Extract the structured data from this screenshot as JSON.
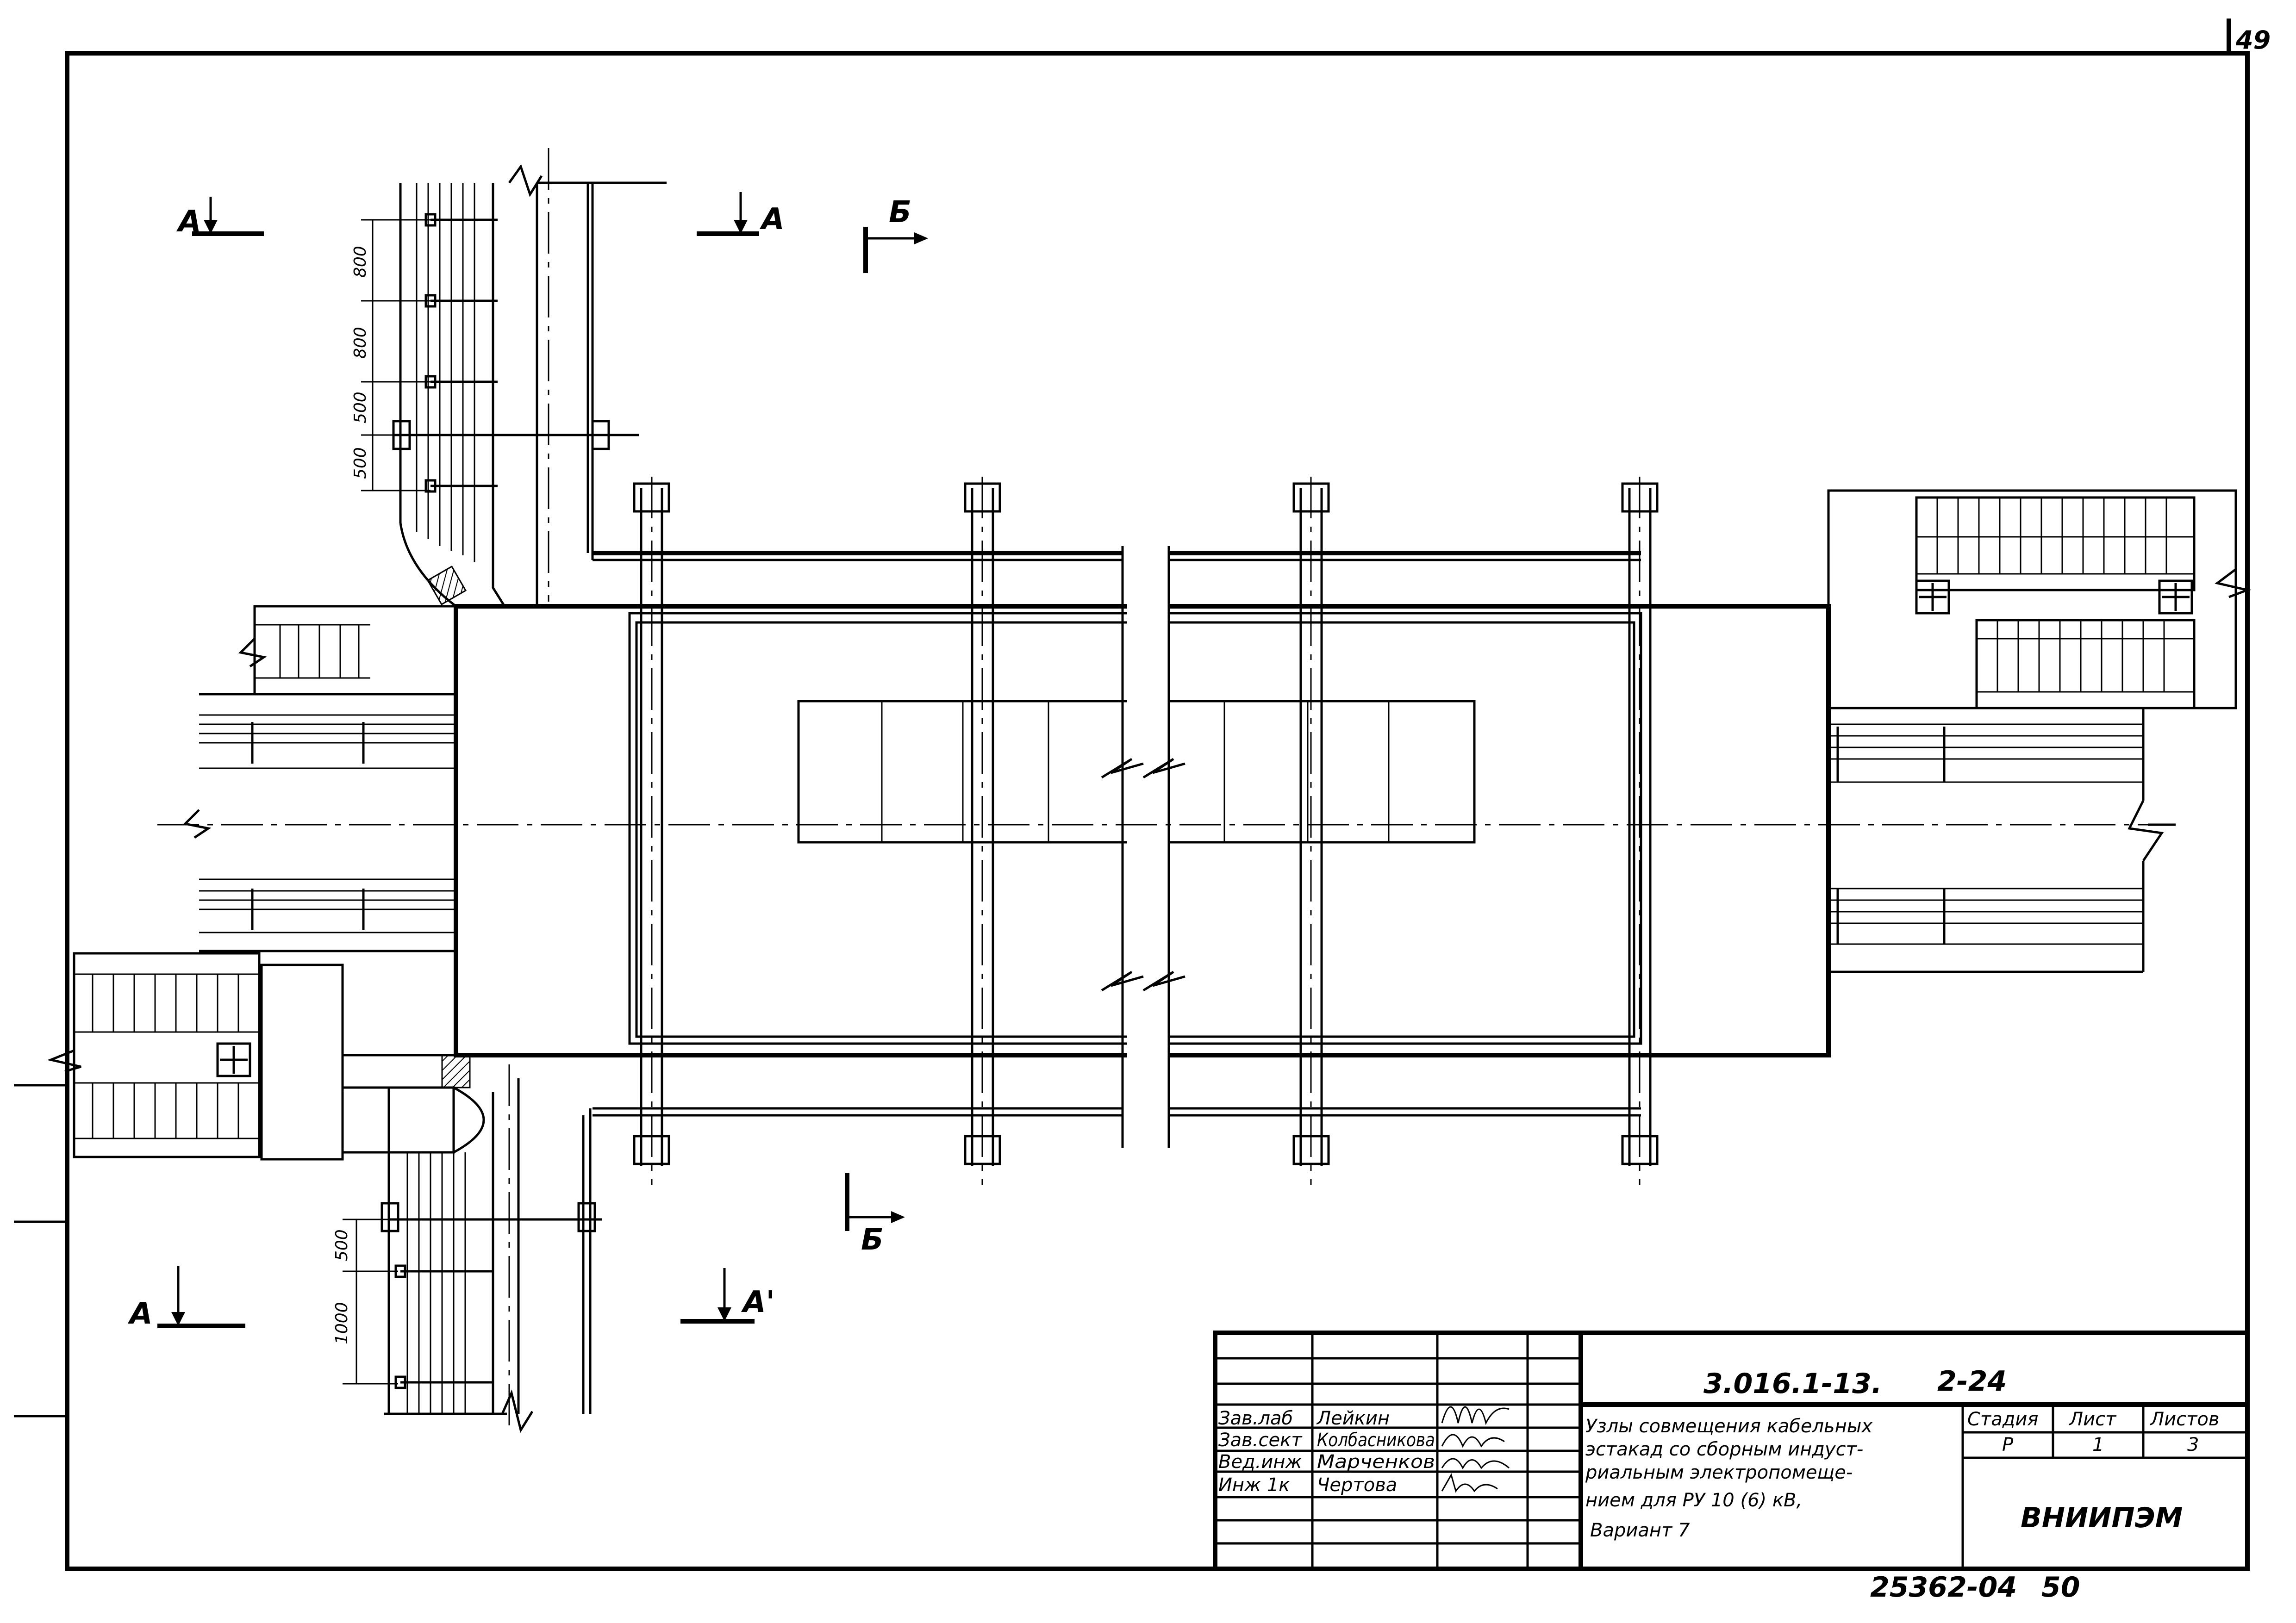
{
  "page_number": "49",
  "section_marks": {
    "a_top_left": "А",
    "a_top_right": "А",
    "b_top": "Б",
    "b_bottom": "Б",
    "a_bottom_left": "А",
    "a_bottom_right": "А'"
  },
  "dimensions_top": [
    "800",
    "800",
    "500",
    "500"
  ],
  "dimensions_bottom": [
    "500",
    "1000"
  ],
  "title_block": {
    "designation": "3.016.1-13.",
    "sheet_code": "2-24",
    "title_lines": [
      "Узлы совмещения кабельных",
      "эстакад со сборным индуст-",
      "риальным электропомеще-",
      "нием для РУ 10 (6) кВ,",
      "Вариант 7"
    ],
    "stage_header": "Стадия",
    "sheet_header": "Лист",
    "sheets_header": "Листов",
    "stage_value": "Р",
    "sheet_value": "1",
    "sheets_value": "3",
    "organization": "ВНИИПЭМ",
    "staff": [
      {
        "role": "Зав.лаб",
        "name": "Лейкин"
      },
      {
        "role": "Зав.сект",
        "name": "Колбасникова"
      },
      {
        "role": "Вед.инж",
        "name": "Марченков"
      },
      {
        "role": "Инж 1к",
        "name": "Чертова"
      }
    ]
  },
  "bottom_code": "25362-04",
  "bottom_code_suffix": "50"
}
